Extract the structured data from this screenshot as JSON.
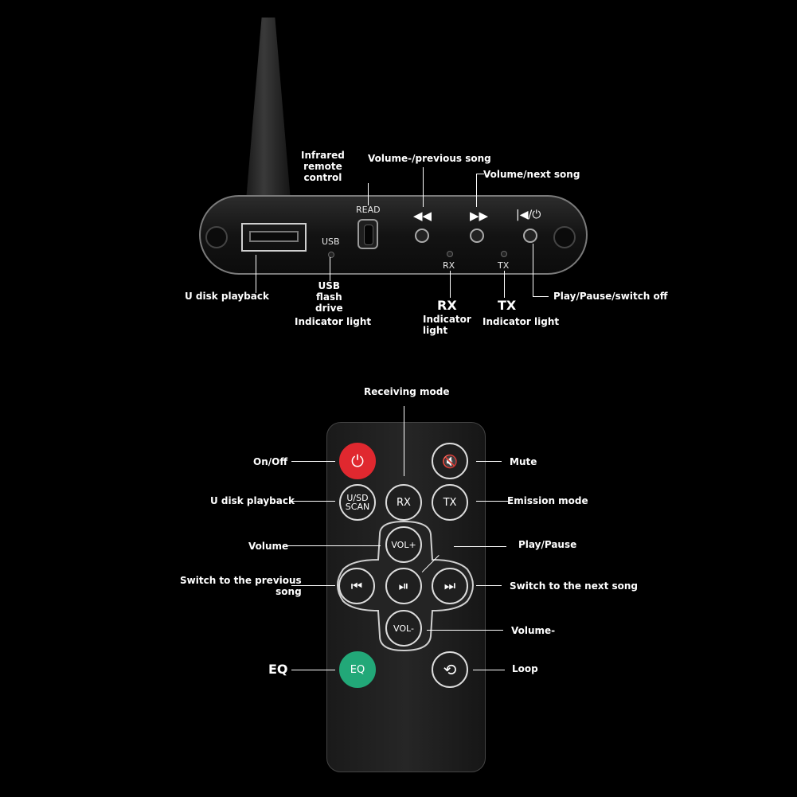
{
  "device": {
    "read": "READ",
    "usb": "USB",
    "rx": "RX",
    "tx": "TX",
    "prev_symbol": "◀◀",
    "next_symbol": "▶▶",
    "play_symbol": "|◀/⏻"
  },
  "device_labels": {
    "infrared": "Infrared\nremote\ncontrol",
    "volume_prev": "Volume-/previous song",
    "volume_next": "Volume/next song",
    "u_disk": "U disk playback",
    "usb_flash": "USB\nflash\ndrive",
    "usb_indicator": "Indicator light",
    "rx_title": "RX",
    "rx_indicator": "Indicator\nlight",
    "tx_title": "TX",
    "tx_indicator": "Indicator light",
    "play_pause_off": "Play/Pause/switch off"
  },
  "remote_buttons": {
    "power": "⏻",
    "mute": "🔇",
    "usd": "U/SD\nSCAN",
    "rx": "RX",
    "tx": "TX",
    "vol_up": "VOL+",
    "prev": "⏮",
    "play": "⏯",
    "next": "⏭",
    "vol_down": "VOL-",
    "eq": "EQ",
    "loop": "⟲"
  },
  "remote_labels": {
    "receiving_mode": "Receiving mode",
    "on_off": "On/Off",
    "mute": "Mute",
    "u_disk": "U disk playback",
    "emission_mode": "Emission mode",
    "volume_up": "Volume",
    "play_pause": "Play/Pause",
    "switch_prev": "Switch to the previous\nsong",
    "switch_next": "Switch to the next song",
    "volume_down": "Volume-",
    "eq": "EQ",
    "loop": "Loop"
  },
  "colors": {
    "power": "#e0282f",
    "eq": "#22a878"
  }
}
